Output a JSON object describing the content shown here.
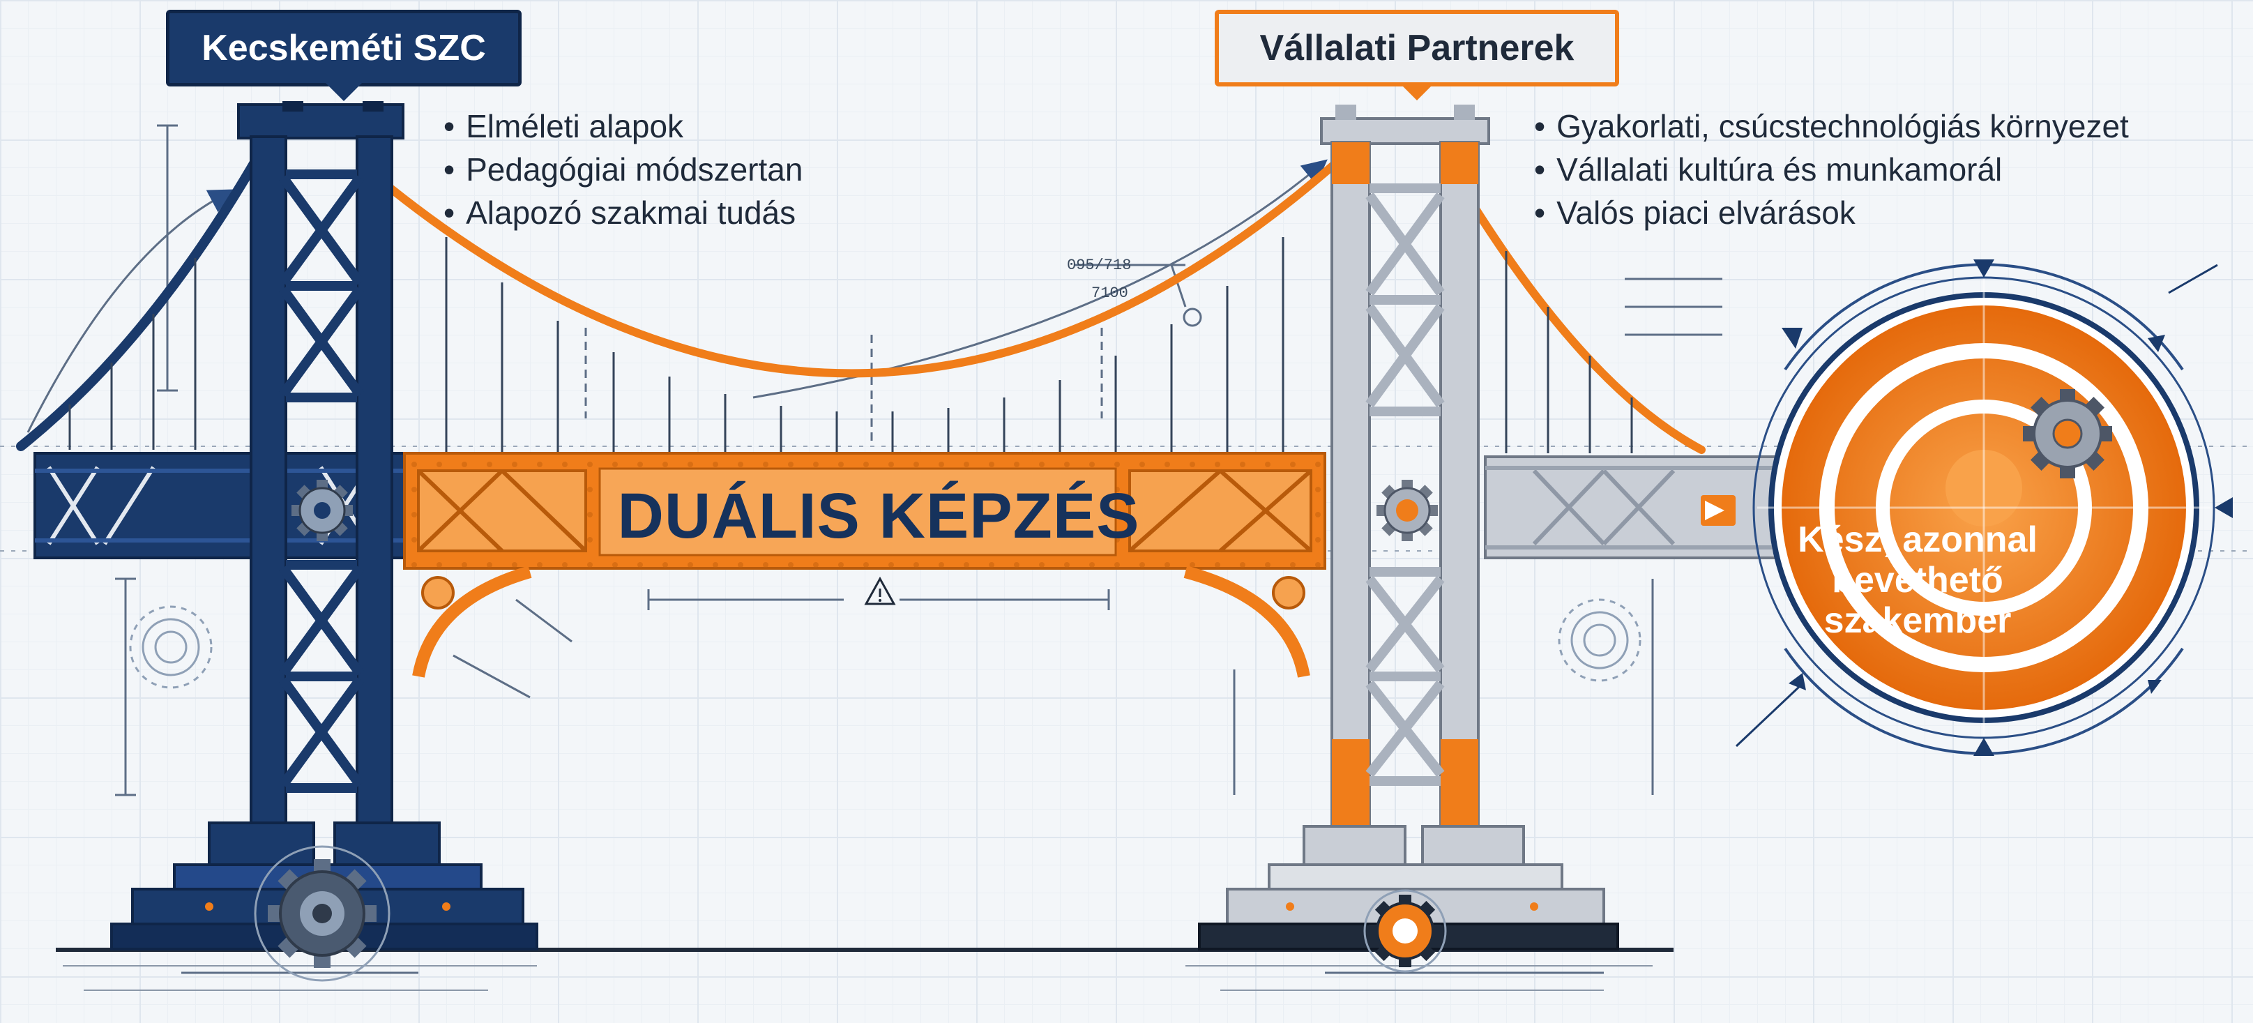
{
  "school": {
    "title": "Kecskeméti SZC",
    "items": [
      "Elméleti alapok",
      "Pedagógiai módszertan",
      "Alapozó szakmai tudás"
    ]
  },
  "partners": {
    "title": "Vállalati Partnerek",
    "items": [
      "Gyakorlati, csúcstechnológiás környezet",
      "Vállalati kultúra és munkamorál",
      "Valós piaci elvárások"
    ]
  },
  "bridge": {
    "title": "DUÁLIS KÉPZÉS"
  },
  "result": {
    "lines": [
      "Kész, azonnal",
      "bevethető",
      "szakember"
    ]
  },
  "annotations": {
    "a1": "095/718",
    "a2": "7100"
  },
  "colors": {
    "navy": "#1a3a6b",
    "orange": "#f07d1a",
    "steel": "#c9ced6",
    "blueprint_line": "#5d6e86"
  },
  "icons": [
    "gear-icon",
    "arrow-right-icon",
    "warning-icon",
    "target-icon"
  ]
}
